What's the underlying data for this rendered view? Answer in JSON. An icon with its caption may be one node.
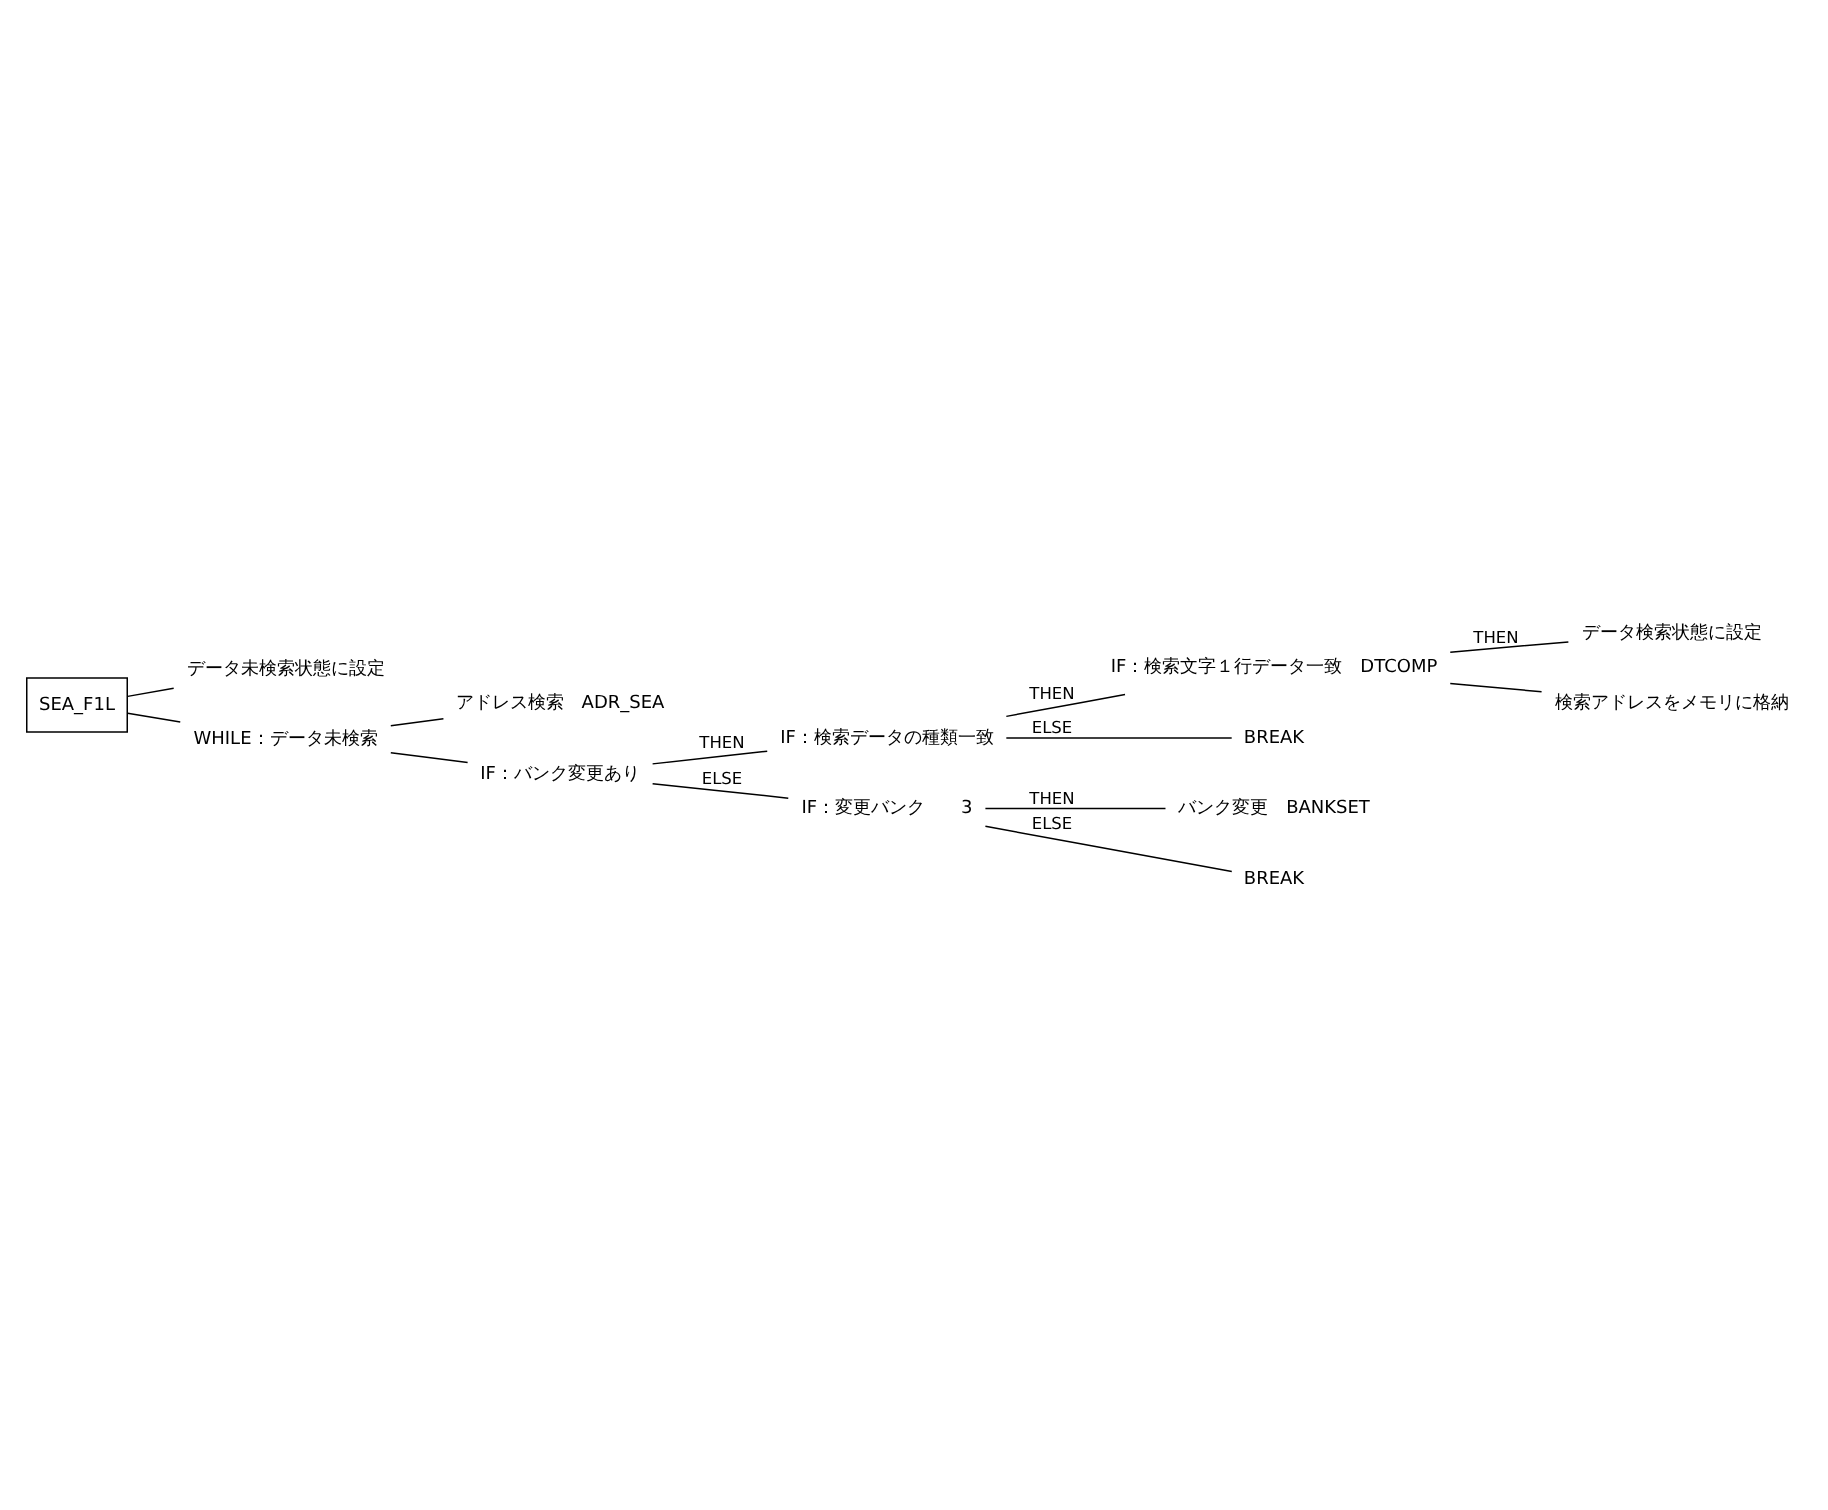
{
  "diagram": {
    "nodes": [
      {
        "text": [
          "SEA_F1L"
        ]
      },
      {
        "text": [
          "データ未検索状態に設定"
        ]
      },
      {
        "text": [
          "WHILE：データ未検索"
        ]
      },
      {
        "text": [
          "アドレス検索　ADR_SEA"
        ]
      },
      {
        "text": [
          "IF：バンク変更あり"
        ]
      },
      {
        "text": [
          "IF：検索データの種類一致"
        ]
      },
      {
        "text": [
          "IF：検索文字１行データ一致　DTCOMP"
        ]
      },
      {
        "text": [
          "データ検索状態に設定"
        ]
      },
      {
        "text": [
          "検索アドレスをメモリに格納"
        ]
      },
      {
        "text": [
          "BREAK"
        ]
      },
      {
        "text": [
          "IF：変更バンク　　3"
        ]
      },
      {
        "text": [
          "バンク変更　BANKSET"
        ]
      },
      {
        "text": [
          "BREAK"
        ]
      }
    ],
    "edges": [
      {
        "from": 0,
        "to": 1,
        "arrow": "none"
      },
      {
        "from": 0,
        "to": 2,
        "arrow": "none"
      },
      {
        "from": 2,
        "to": 3,
        "arrow": "none"
      },
      {
        "from": 2,
        "to": 4,
        "arrow": "none"
      },
      {
        "from": 4,
        "to": 5,
        "arrow": "none",
        "label": "THEN"
      },
      {
        "from": 4,
        "to": 10,
        "arrow": "none",
        "label": "ELSE"
      },
      {
        "from": 5,
        "to": 6,
        "arrow": "none",
        "label": "THEN"
      },
      {
        "from": 5,
        "to": 9,
        "arrow": "none",
        "label": "ELSE"
      },
      {
        "from": 6,
        "to": 7,
        "arrow": "none",
        "label": "THEN"
      },
      {
        "from": 6,
        "to": 8,
        "arrow": "none"
      },
      {
        "from": 10,
        "to": 11,
        "arrow": "none",
        "label": "THEN"
      },
      {
        "from": 10,
        "to": 12,
        "arrow": "none",
        "label": "ELSE"
      }
    ]
  }
}
